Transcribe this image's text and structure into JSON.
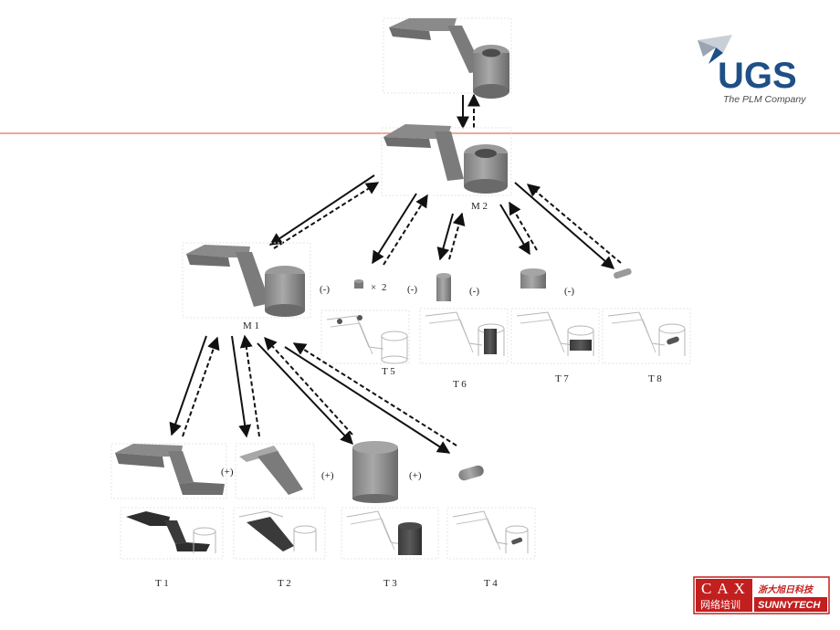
{
  "logo": {
    "name": "UGS",
    "tagline": "The PLM Company",
    "brand_color": "#1e4f86"
  },
  "accent_line_color": "#e0785a",
  "nodes": {
    "m2": "M 2",
    "m1": "M 1",
    "t1": "T 1",
    "t2": "T 2",
    "t3": "T 3",
    "t4": "T 4",
    "t5": "T 5",
    "t6": "T 6",
    "t7": "T 7",
    "t8": "T 8"
  },
  "operators": {
    "plus_t2": "(+)",
    "plus_t3": "(+)",
    "plus_t4": "(+)",
    "minus_t5": "(-)",
    "minus_t6": "(-)",
    "minus_t7": "(-)",
    "minus_t8": "(-)",
    "times": "×",
    "count": "2"
  },
  "badge": {
    "title": "CAX",
    "subtitle_cn": "网络培训",
    "company_cn": "浙大旭日科技",
    "company_en": "SUNNYTECH",
    "color": "#c21f1f"
  }
}
